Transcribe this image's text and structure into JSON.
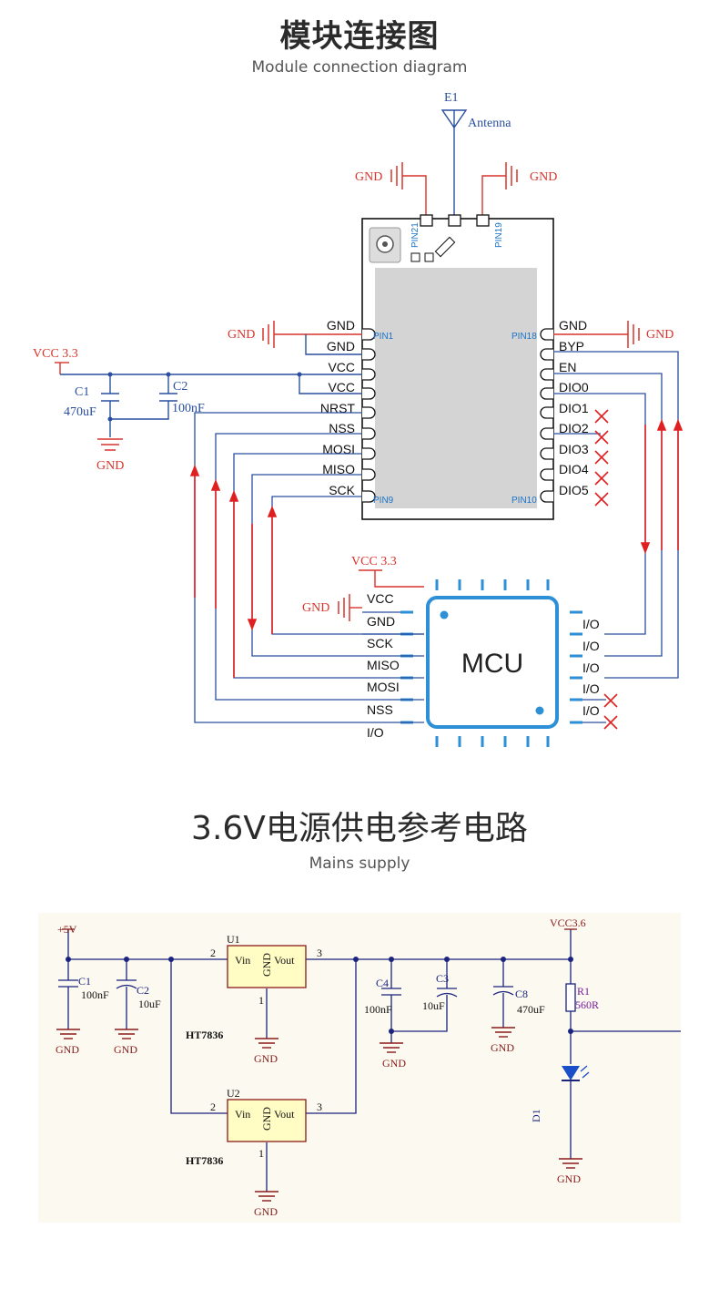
{
  "section1": {
    "title": "模块连接图",
    "subtitle": "Module connection diagram"
  },
  "section2": {
    "title": "3.6V电源供电参考电路",
    "subtitle": "Mains supply"
  },
  "antenna": {
    "ref": "E1",
    "label": "Antenna"
  },
  "gnd": "GND",
  "vcc33": "VCC 3.3",
  "caps_top": {
    "c1_ref": "C1",
    "c1_val": "470uF",
    "c2_ref": "C2",
    "c2_val": "100nF"
  },
  "module_pins": {
    "pin21": "PIN21",
    "pin19": "PIN19",
    "pin1": "PIN1",
    "pin9": "PIN9",
    "pin18": "PIN18",
    "pin10": "PIN10",
    "left": [
      "GND",
      "GND",
      "VCC",
      "VCC",
      "NRST",
      "NSS",
      "MOSI",
      "MISO",
      "SCK"
    ],
    "right": [
      "GND",
      "BYP",
      "EN",
      "DIO0",
      "DIO1",
      "DIO2",
      "DIO3",
      "DIO4",
      "DIO5"
    ]
  },
  "mcu": {
    "label": "MCU",
    "left": [
      "VCC",
      "GND",
      "SCK",
      "MISO",
      "MOSI",
      "NSS",
      "I/O"
    ],
    "right": [
      "I/O",
      "I/O",
      "I/O",
      "I/O",
      "I/O"
    ]
  },
  "power": {
    "p5v": "+5V",
    "vcc36": "VCC3.6",
    "u1": "U1",
    "u2": "U2",
    "reg_part": "HT7836",
    "vin": "Vin",
    "vout": "Vout",
    "reg_gnd": "GND",
    "pin2": "2",
    "pin3": "3",
    "pin1": "1",
    "c1_ref": "C1",
    "c1_val": "100nF",
    "c2_ref": "C2",
    "c2_val": "10uF",
    "c4_ref": "C4",
    "c4_val": "100nF",
    "c3_ref": "C3",
    "c3_val": "10uF",
    "c8_ref": "C8",
    "c8_val": "470uF",
    "r1_ref": "R1",
    "r1_val": "560R",
    "d1_ref": "D1"
  }
}
